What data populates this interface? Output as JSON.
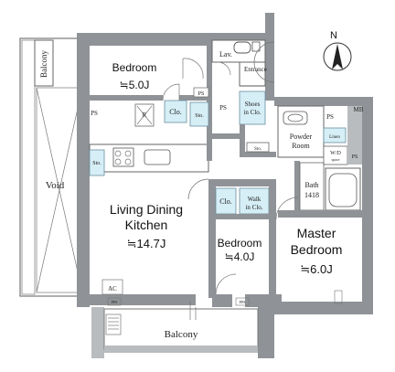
{
  "compass": {
    "letter": "N"
  },
  "rooms": {
    "bedroom_nw": {
      "name": "Bedroom",
      "size": "≒5.0J"
    },
    "ldk": {
      "name_line1": "Living Dining",
      "name_line2": "Kitchen",
      "size": "≒14.7J"
    },
    "bedroom_mid": {
      "name": "Bedroom",
      "size": "≒4.0J"
    },
    "master": {
      "name_line1": "Master",
      "name_line2": "Bedroom",
      "size": "≒6.0J"
    },
    "balcony_top": "Balcony",
    "balcony_bottom": "Balcony",
    "void": "Void",
    "lav": "Lav.",
    "entrance": "Entrance",
    "shoes_line1": "Shoes",
    "shoes_line2": "in Clo.",
    "powder_line1": "Powder",
    "powder_line2": "Room",
    "linen": "Linen",
    "wd_line1": "W/D",
    "wd_line2": "space",
    "bath_line1": "Bath",
    "bath_line2": "1418",
    "walkin_line1": "Walk",
    "walkin_line2": "in Clo."
  },
  "labels": {
    "clo": "Clo.",
    "sto": "Sto.",
    "ps": "PS",
    "mb": "MB",
    "r": "R",
    "ac": "AC",
    "pps": "PPS"
  }
}
